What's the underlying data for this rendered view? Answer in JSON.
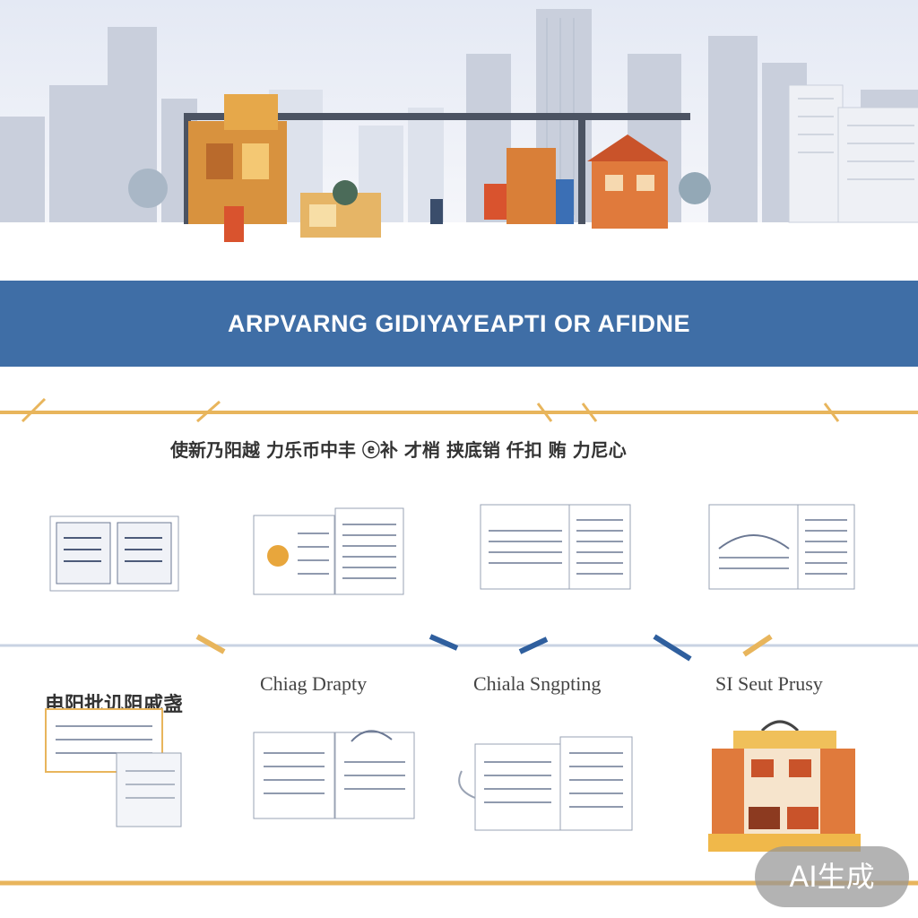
{
  "banner": {
    "title": "ARPVARNG GIDIYAYEAPTI OR AFIDNE"
  },
  "subtitle": "使新乃阳越 力乐币中丰 ⓔ补 才梢 挟底销 仟扣 贿 力尼心",
  "labels": {
    "left": "电阳批讥阻戚盏",
    "col2": "Chiag Drapty",
    "col3": "Chiala Sngpting",
    "col4": "SI Seut Prusy"
  },
  "badge": {
    "text": "AI生成"
  },
  "colors": {
    "banner": "#3f6ea6",
    "accent_orange": "#e8b55c",
    "accent_blue": "#2f5f9e",
    "building_orange": "#e07a3c"
  },
  "icons": [
    "city-skyline",
    "document-icon",
    "building-icon"
  ]
}
